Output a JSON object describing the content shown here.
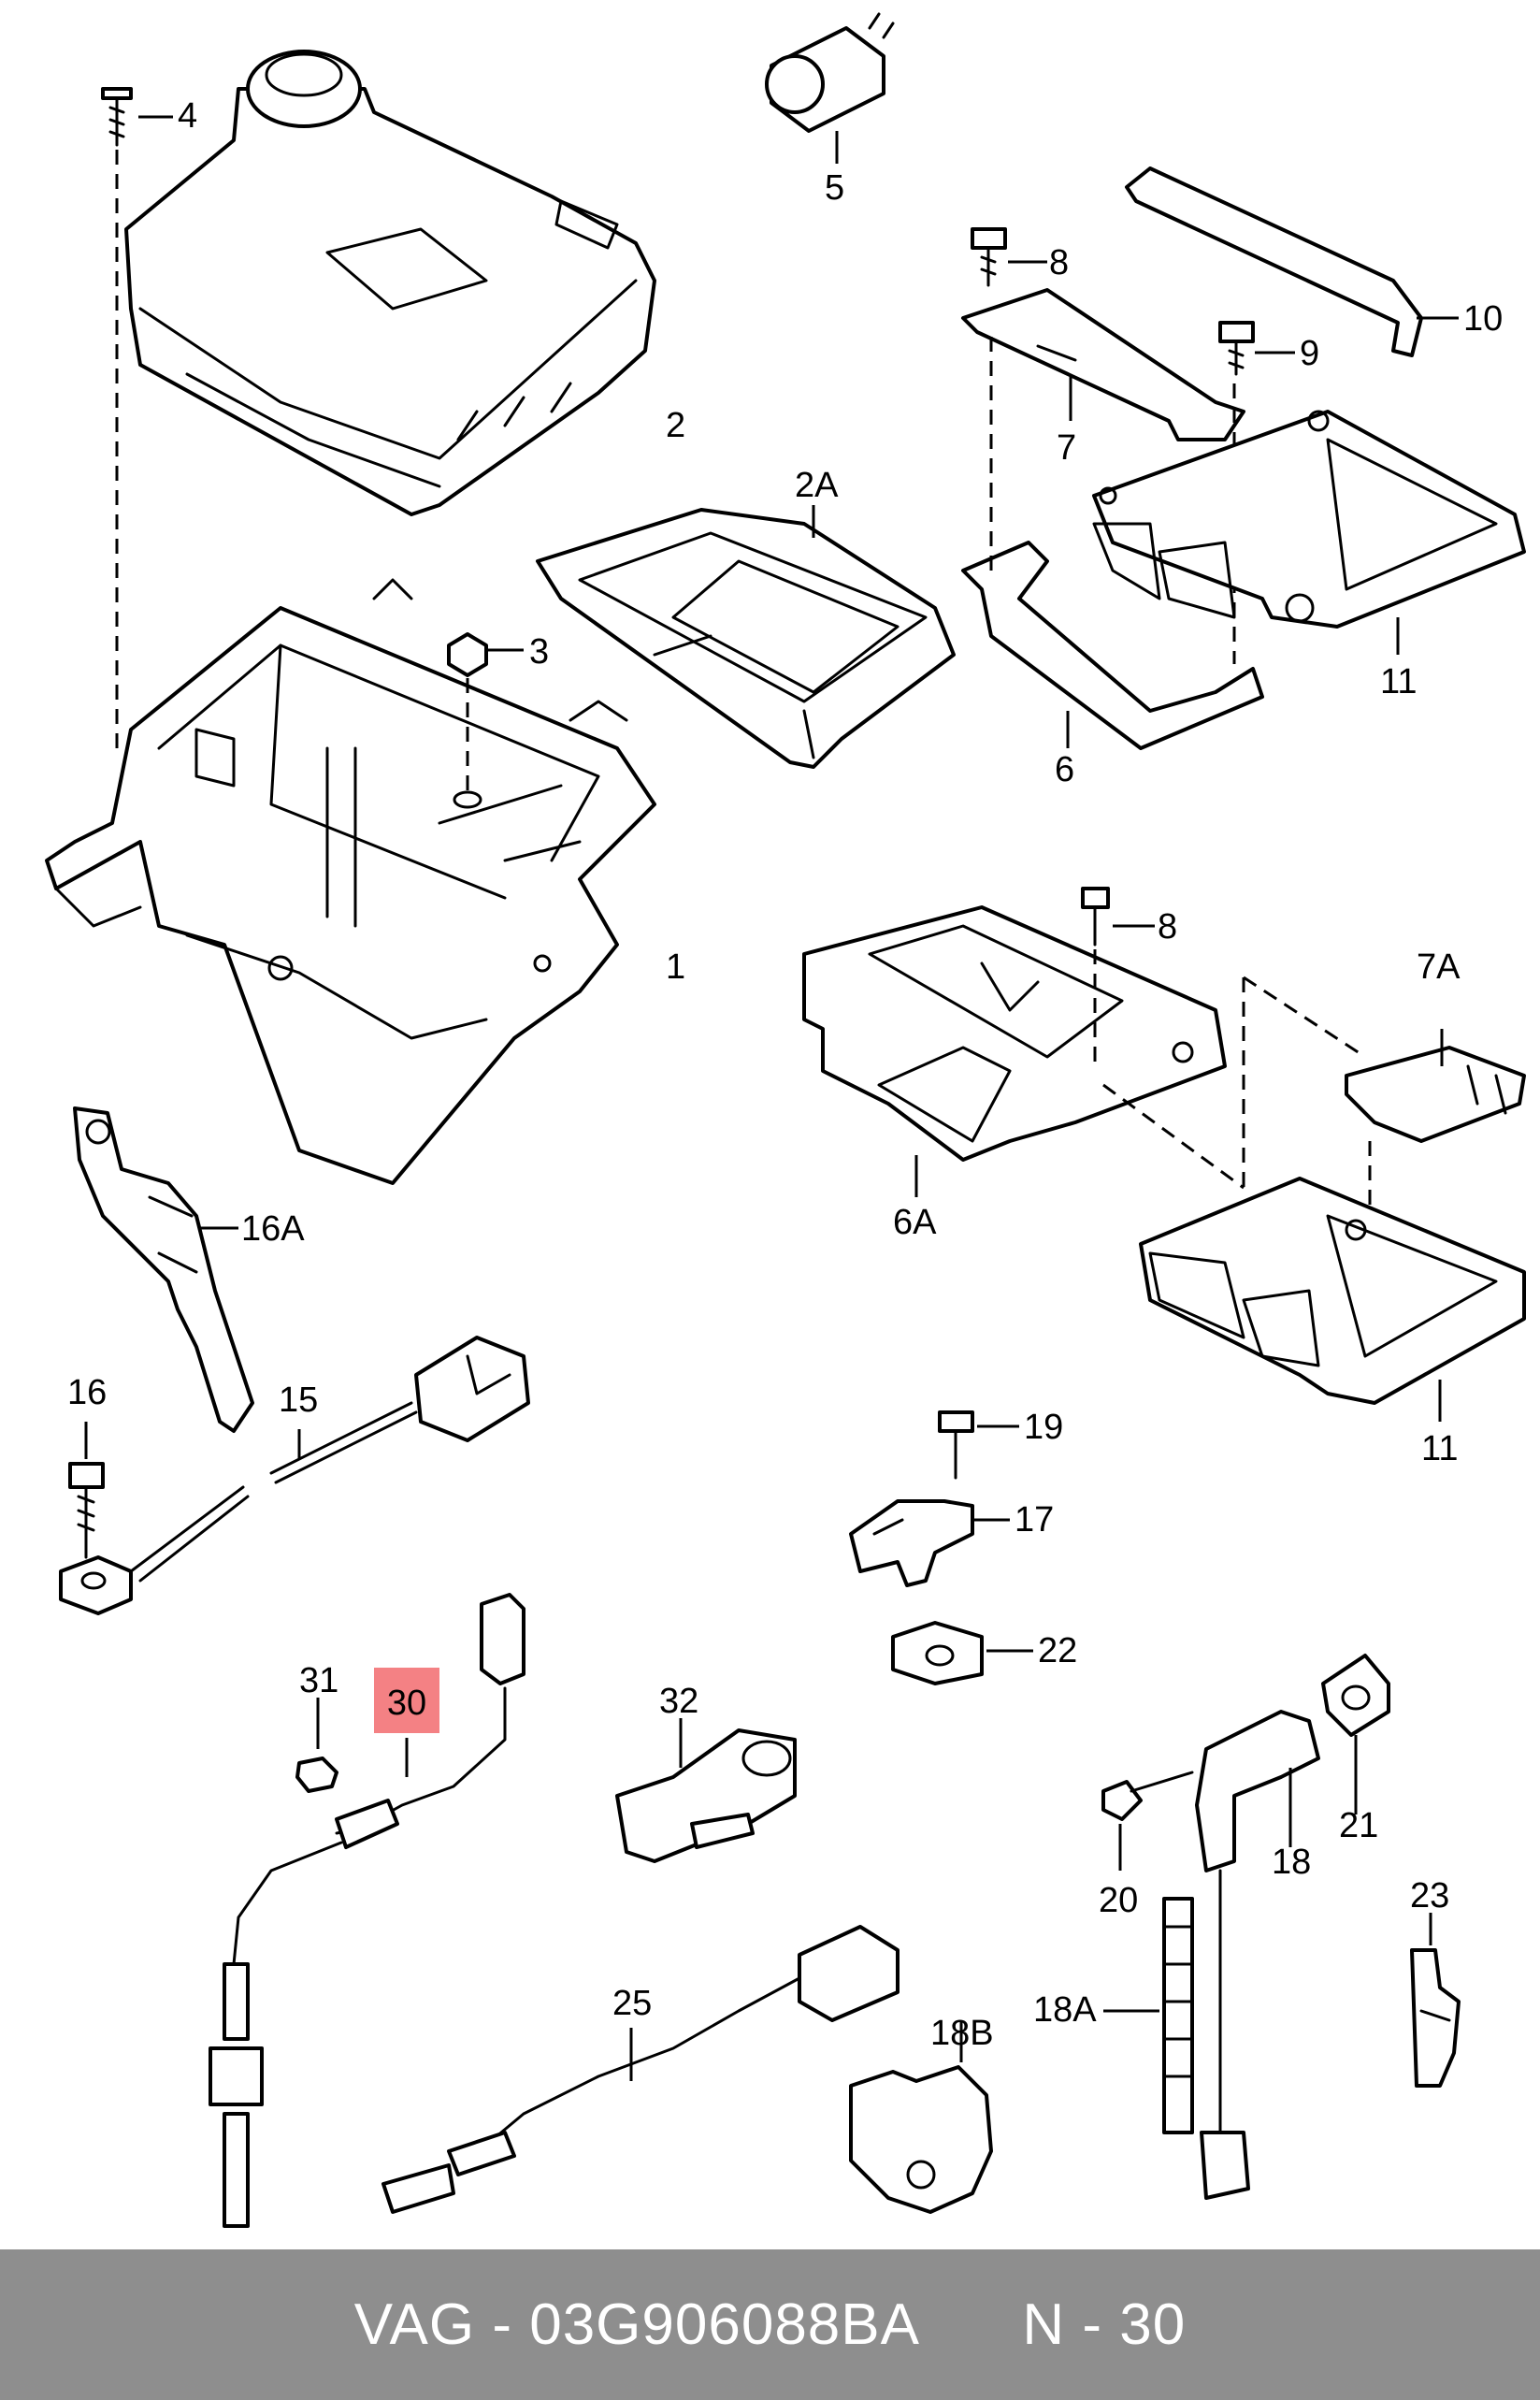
{
  "labels": {
    "p1": "1",
    "p2": "2",
    "p2A": "2A",
    "p3": "3",
    "p4": "4",
    "p5": "5",
    "p6": "6",
    "p6A": "6A",
    "p7": "7",
    "p7A": "7A",
    "p8a": "8",
    "p8b": "8",
    "p9": "9",
    "p10": "10",
    "p11a": "11",
    "p11b": "11",
    "p15": "15",
    "p16": "16",
    "p16A": "16A",
    "p17": "17",
    "p18": "18",
    "p18A": "18A",
    "p18B": "18B",
    "p19": "19",
    "p20": "20",
    "p21": "21",
    "p22": "22",
    "p23": "23",
    "p25": "25",
    "p30": "30",
    "p31": "31",
    "p32": "32"
  },
  "highlight_color": "#f26b6f",
  "footer": {
    "part": "VAG - 03G906088BA",
    "position": "N - 30",
    "background": "#8e8e8e"
  }
}
